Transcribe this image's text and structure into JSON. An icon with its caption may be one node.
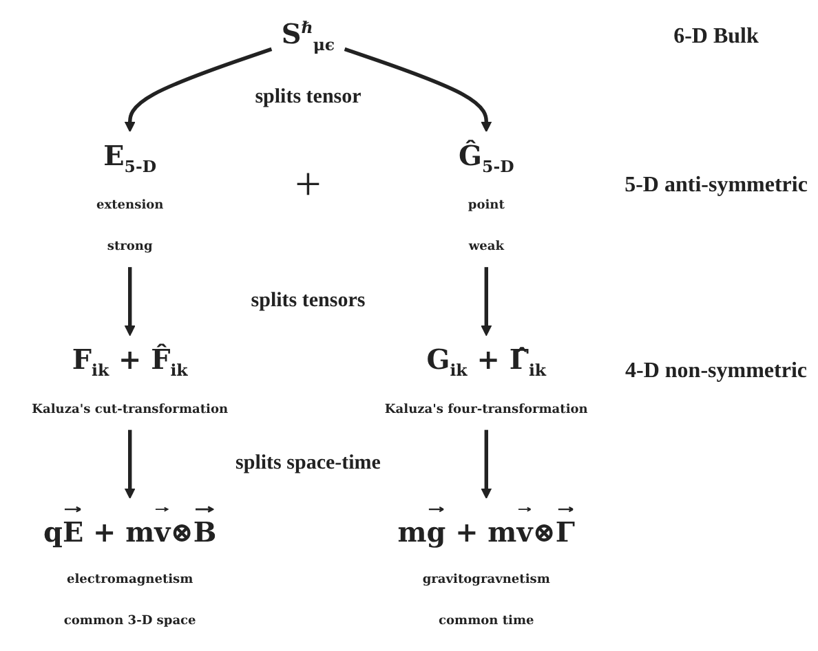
{
  "diagram": {
    "nodes": [
      {
        "text": [
          "S$^{ℏ}$$_{μϵ}$"
        ]
      },
      {
        "text": [
          "E$_{5-D}$",
          "extension",
          "strong"
        ]
      },
      {
        "text": [
          "Ĝ$_{5-D}$",
          "point",
          "weak"
        ]
      },
      {
        "text": [
          "F$_{ik}$ + F̂$_{ik}$",
          "Kaluza's cut-transformation"
        ]
      },
      {
        "text": [
          "G$_{ik}$ + Γ̂$_{ik}$",
          "Kaluza's four-transformation"
        ]
      },
      {
        "text": [
          "qE⃗ + mv⃗⊗B⃗",
          "electromagnetism",
          "common 3-D space"
        ]
      },
      {
        "text": [
          "mg⃗ + mv⃗⊗Γ⃗",
          "gravitogravnetism",
          "common time"
        ]
      }
    ],
    "edges": [
      {
        "from": 0,
        "to": 1,
        "arrow": "to"
      },
      {
        "from": 0,
        "to": 2,
        "arrow": "to"
      },
      {
        "from": 1,
        "to": 3,
        "arrow": "to"
      },
      {
        "from": 2,
        "to": 4,
        "arrow": "to"
      },
      {
        "from": 3,
        "to": 5,
        "arrow": "to"
      },
      {
        "from": 4,
        "to": 6,
        "arrow": "to"
      }
    ],
    "labels": [
      "6-D Bulk",
      "splits tensor",
      "+",
      "5-D anti-symmetric",
      "splits tensors",
      "4-D non-symmetric",
      "splits space-time"
    ]
  }
}
